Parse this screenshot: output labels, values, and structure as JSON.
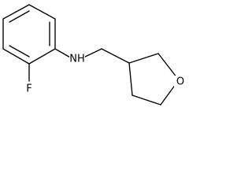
{
  "molecule": {
    "atoms": {
      "fluorine": "F",
      "nitrogen_hydrogen": "NH",
      "oxygen": "O"
    }
  },
  "colors": {
    "background": "#ffffff",
    "bond": "#000000",
    "text": "#000000"
  }
}
